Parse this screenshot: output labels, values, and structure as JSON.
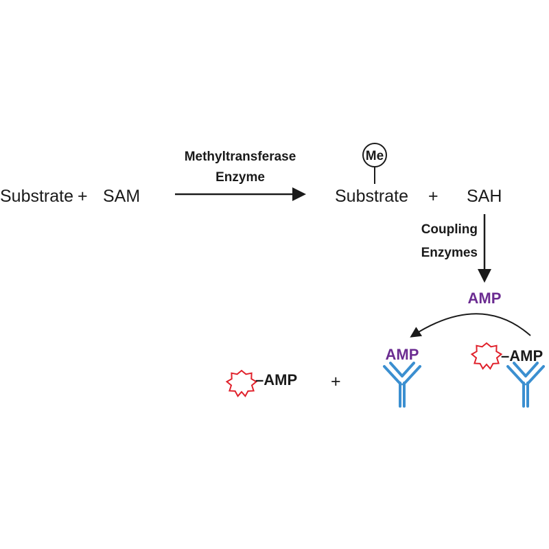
{
  "reaction": {
    "substrate": "Substrate",
    "plus_1": "+",
    "sam": "SAM",
    "enzyme_line1": "Methyltransferase",
    "enzyme_line2": "Enzyme",
    "me_label": "Me",
    "methyl_substrate": "Substrate",
    "plus_2": "+",
    "sah": "SAH"
  },
  "coupling": {
    "line1": "Coupling",
    "line2": "Enzymes",
    "amp": "AMP"
  },
  "detection": {
    "tracer_amp": "–AMP",
    "plus": "+",
    "antibody_amp": "AMP",
    "bound_tracer_amp": "–AMP"
  },
  "colors": {
    "text": "#1a1a1a",
    "amp_purple": "#6b2c91",
    "antibody_blue": "#3b8fd0",
    "star_red": "#e0202a"
  }
}
